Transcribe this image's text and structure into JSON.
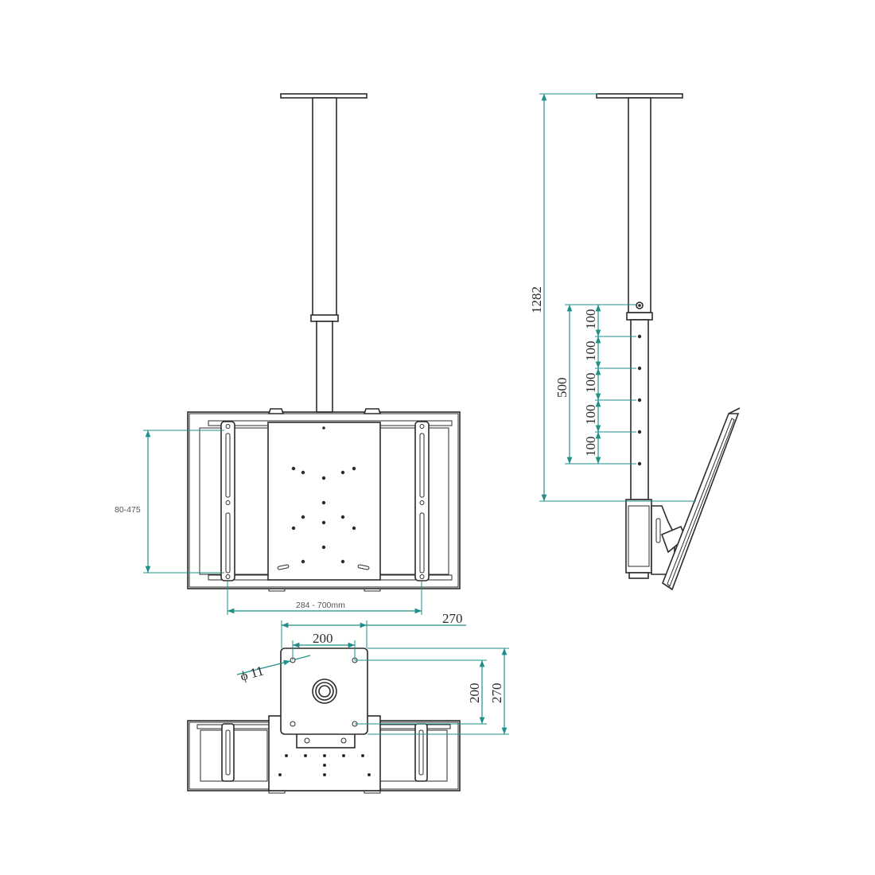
{
  "dimensions": {
    "total_height": "1282",
    "adjust_range": "500",
    "hole_spacing": [
      "100",
      "100",
      "100",
      "100",
      "100"
    ],
    "vertical_rail_range": "80-475",
    "horizontal_rail_range": "284 - 700mm",
    "plate_width": "270",
    "plate_height": "270",
    "plate_hole_pitch_x": "200",
    "plate_hole_pitch_y": "200",
    "hole_diameter": "ϕ 11"
  },
  "colors": {
    "line": "#2b2b2b",
    "dimension": "#1f8f88"
  }
}
